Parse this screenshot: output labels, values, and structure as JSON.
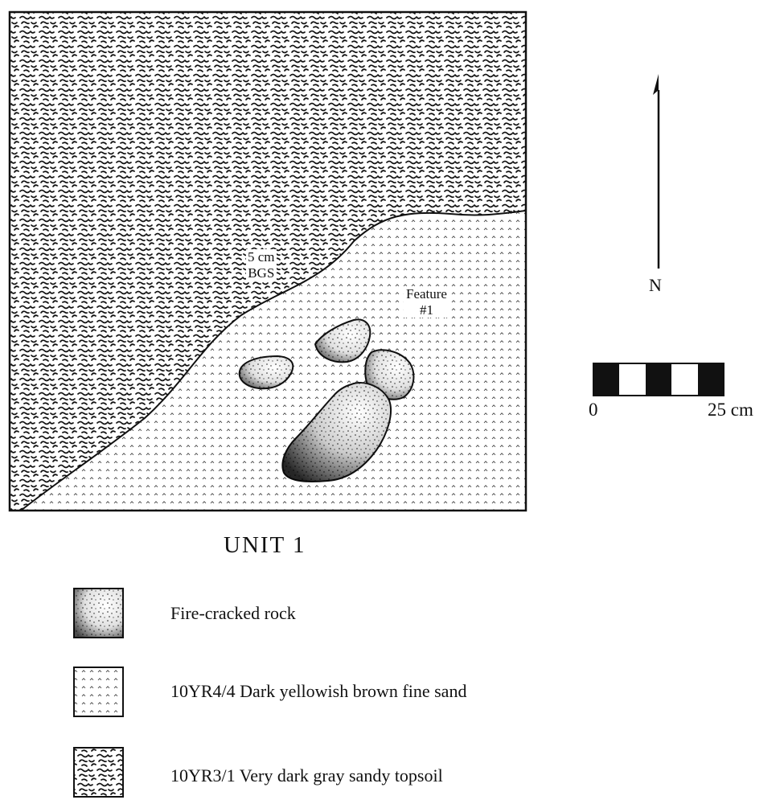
{
  "map": {
    "depth_label": [
      "5 cm",
      "BGS"
    ],
    "feature_label": [
      "Feature",
      "#1"
    ],
    "title": "UNIT 1"
  },
  "north_arrow": {
    "letter": "N"
  },
  "scale_bar": {
    "start": "0",
    "end": "25 cm"
  },
  "legend": {
    "items": [
      {
        "symbol": "fire-cracked-rock",
        "label": "Fire-cracked rock"
      },
      {
        "symbol": "fine-sand",
        "label": "10YR4/4  Dark yellowish brown fine sand"
      },
      {
        "symbol": "topsoil",
        "label": "10YR3/1  Very dark gray sandy topsoil"
      }
    ]
  }
}
